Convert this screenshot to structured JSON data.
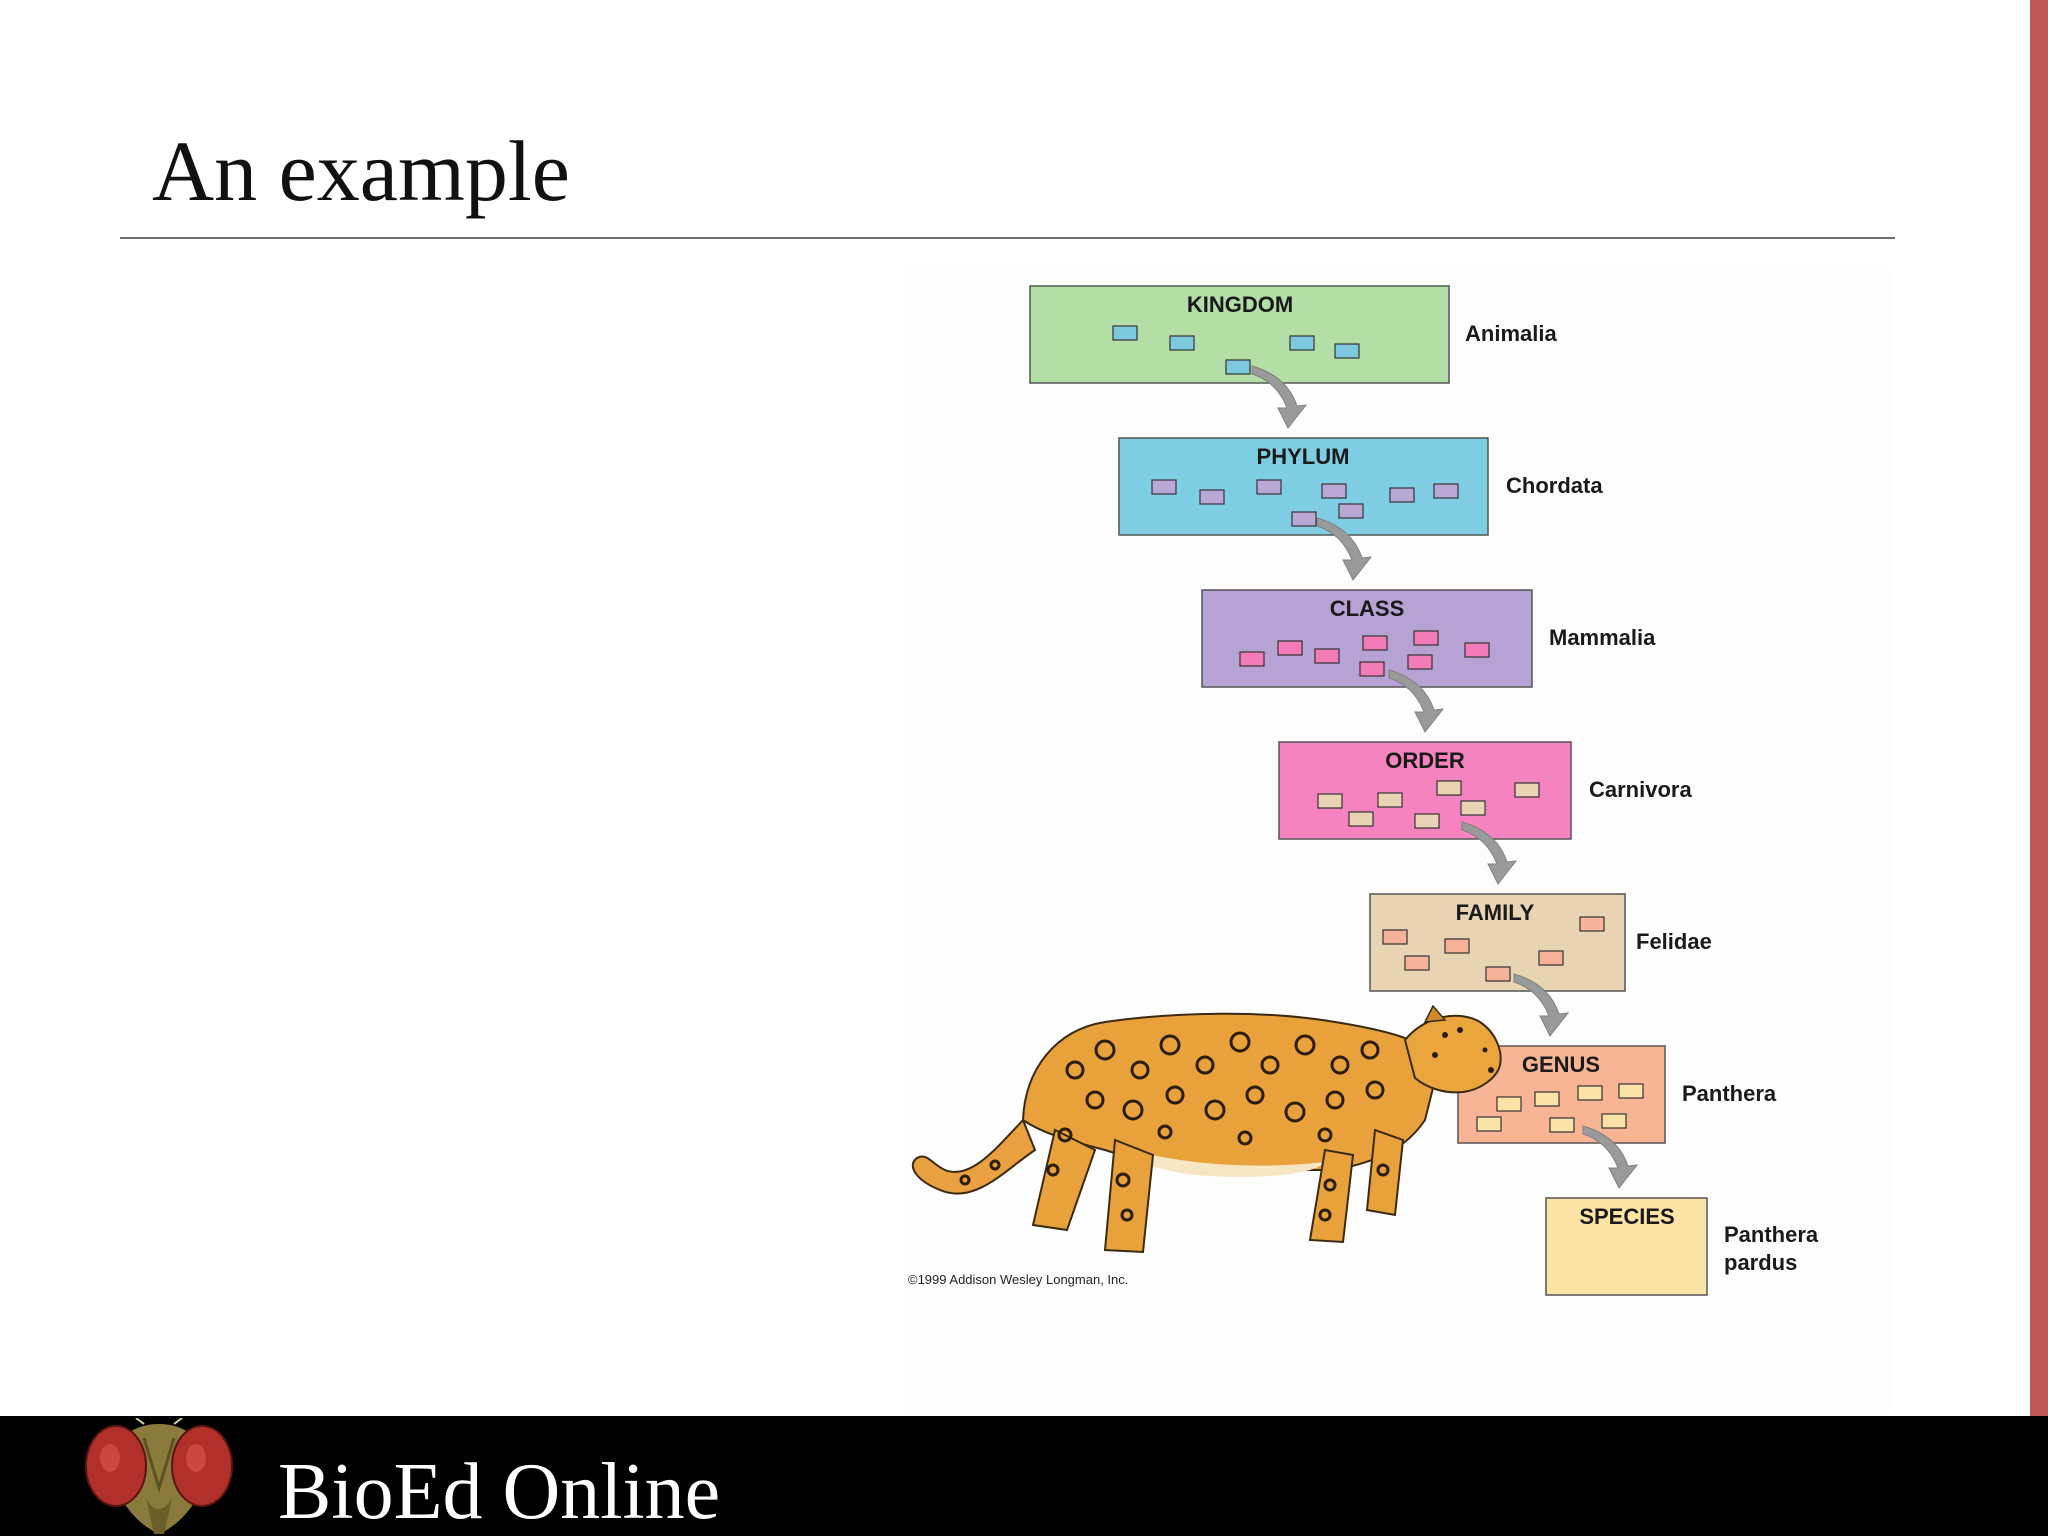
{
  "slide": {
    "title": "An example"
  },
  "diagram": {
    "ranks": [
      {
        "rank": "KINGDOM",
        "taxon": "Animalia",
        "box_color": "#b3dfa6",
        "chip_color": "#7ec8e0"
      },
      {
        "rank": "PHYLUM",
        "taxon": "Chordata",
        "box_color": "#7fcde3",
        "chip_color": "#b9a7d6"
      },
      {
        "rank": "CLASS",
        "taxon": "Mammalia",
        "box_color": "#b7a3d3",
        "chip_color": "#f27bb8"
      },
      {
        "rank": "ORDER",
        "taxon": "Carnivora",
        "box_color": "#f583bf",
        "chip_color": "#ead3b5"
      },
      {
        "rank": "FAMILY",
        "taxon": "Felidae",
        "box_color": "#e8d3b3",
        "chip_color": "#f7b39a"
      },
      {
        "rank": "GENUS",
        "taxon": "Panthera",
        "box_color": "#f8b596",
        "chip_color": "#fbe3a8"
      },
      {
        "rank": "SPECIES",
        "taxon_lines": [
          "Panthera",
          "pardus"
        ],
        "box_color": "#fce3a6"
      }
    ],
    "copyright": "©1999 Addison Wesley Longman, Inc."
  },
  "footer": {
    "brand": "BioEd Online"
  },
  "colors": {
    "accent_bar": "#c0585a",
    "footer_bg": "#000000",
    "arrow": "#9a9a9a"
  }
}
